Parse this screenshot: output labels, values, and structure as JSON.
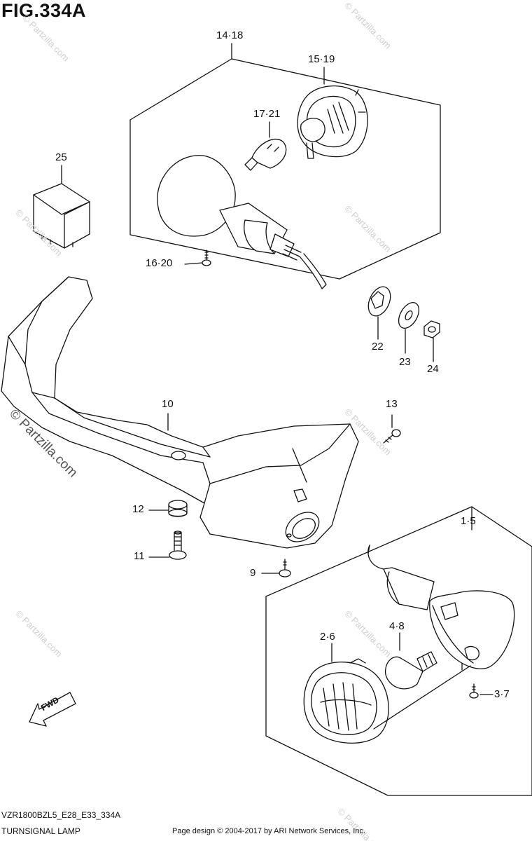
{
  "figure": {
    "title": "FIG.334A",
    "model_code": "VZR1800BZL5_E28_E33_334A",
    "name": "TURNSIGNAL LAMP"
  },
  "footer": {
    "copyright": "Page design © 2004-2017 by ARI Network Services, Inc."
  },
  "watermark": {
    "text": "© Partzilla.com"
  },
  "callouts": [
    {
      "id": "14-18",
      "text": "14·18"
    },
    {
      "id": "15-19",
      "text": "15·19"
    },
    {
      "id": "17-21",
      "text": "17·21"
    },
    {
      "id": "25",
      "text": "25"
    },
    {
      "id": "16-20",
      "text": "16·20"
    },
    {
      "id": "22",
      "text": "22"
    },
    {
      "id": "23",
      "text": "23"
    },
    {
      "id": "24",
      "text": "24"
    },
    {
      "id": "10",
      "text": "10"
    },
    {
      "id": "13",
      "text": "13"
    },
    {
      "id": "12",
      "text": "12"
    },
    {
      "id": "11",
      "text": "11"
    },
    {
      "id": "1-5",
      "text": "1·5"
    },
    {
      "id": "9",
      "text": "9"
    },
    {
      "id": "2-6",
      "text": "2·6"
    },
    {
      "id": "4-8",
      "text": "4·8"
    },
    {
      "id": "3-7",
      "text": "3·7"
    }
  ],
  "direction_arrow": {
    "text": "FWD"
  }
}
